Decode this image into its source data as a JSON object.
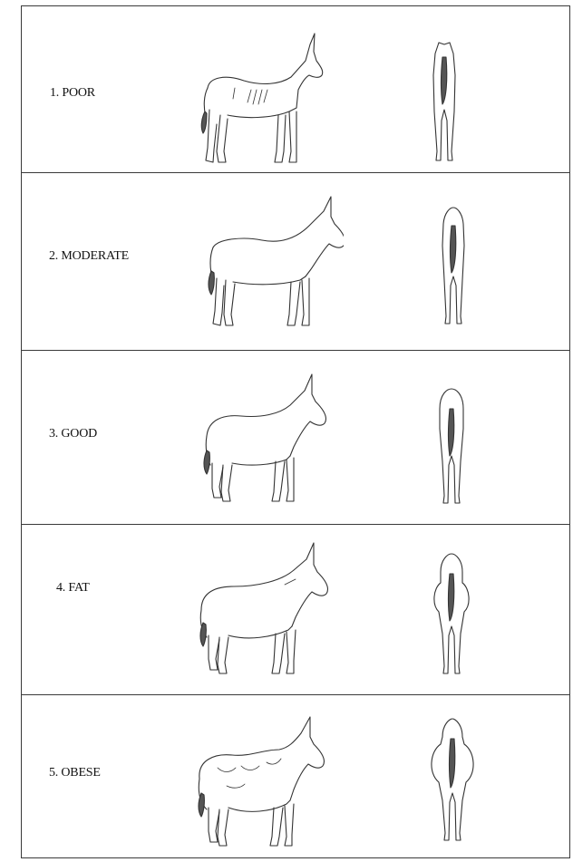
{
  "rows": [
    {
      "label": "1. POOR"
    },
    {
      "label": "2. MODERATE"
    },
    {
      "label": "3. GOOD"
    },
    {
      "label": "4. FAT"
    },
    {
      "label": "5. OBESE"
    }
  ]
}
